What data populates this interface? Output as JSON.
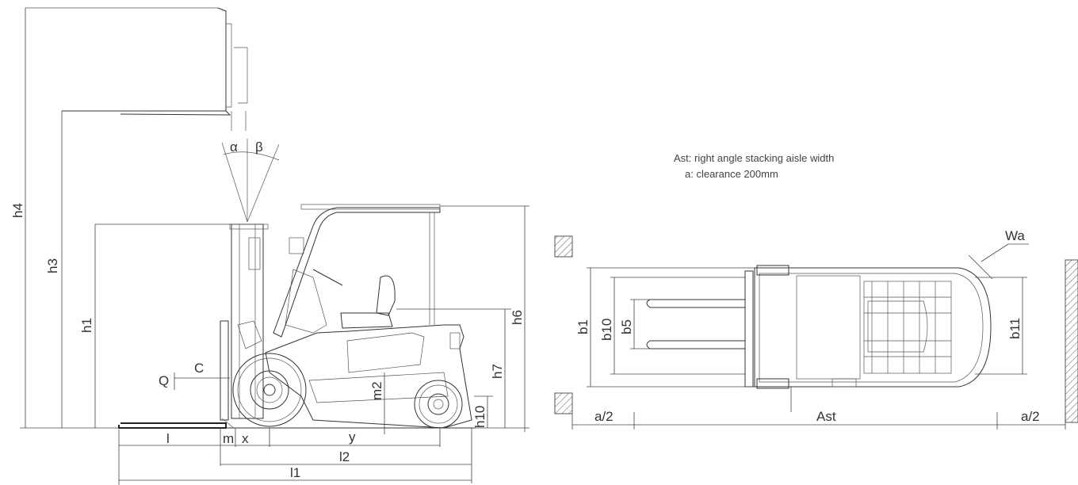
{
  "side_view": {
    "labels": {
      "h4": "h4",
      "h3": "h3",
      "h1": "h1",
      "h6": "h6",
      "h7": "h7",
      "h10": "h10",
      "m2": "m2",
      "l": "l",
      "m": "m",
      "x": "x",
      "y": "y",
      "l2": "l2",
      "l1": "l1",
      "c": "C",
      "q": "Q",
      "alpha": "α",
      "beta": "β"
    }
  },
  "top_view": {
    "note_line1": "Ast: right angle stacking aisle width",
    "note_line2": "a: clearance  200mm",
    "labels": {
      "b1": "b1",
      "b10": "b10",
      "b5": "b5",
      "b11": "b11",
      "wa": "Wa",
      "a_left": "a/2",
      "ast": "Ast",
      "a_right": "a/2"
    }
  }
}
